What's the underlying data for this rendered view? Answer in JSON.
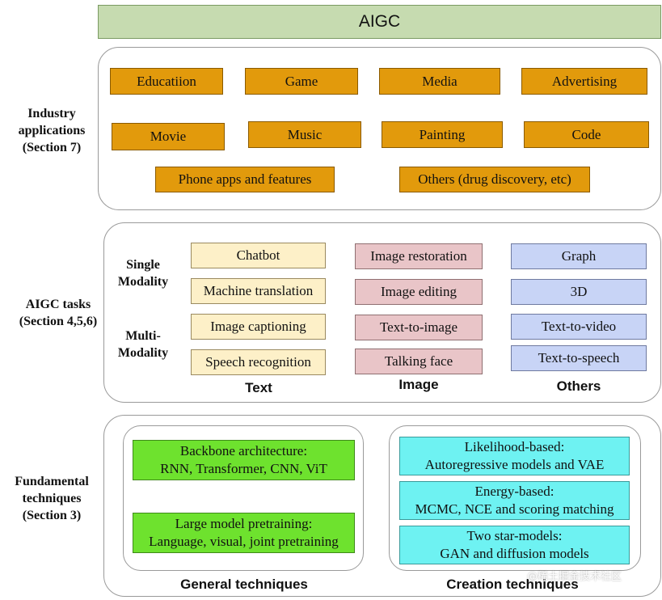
{
  "title": "AIGC",
  "industry": {
    "label": "Industry\napplications\n(Section 7)",
    "row1": [
      "Educatiion",
      "Game",
      "Media",
      "Advertising"
    ],
    "row2": [
      "Movie",
      "Music",
      "Painting",
      "Code"
    ],
    "row3": [
      "Phone apps and features",
      "Others (drug discovery, etc)"
    ]
  },
  "tasks": {
    "label": "AIGC tasks\n(Section 4,5,6)",
    "single_modality": "Single\nModality",
    "multi_modality": "Multi-\nModality",
    "text": [
      "Chatbot",
      "Machine translation",
      "Image captioning",
      "Speech recognition"
    ],
    "image": [
      "Image restoration",
      "Image editing",
      "Text-to-image",
      "Talking face"
    ],
    "others": [
      "Graph",
      "3D",
      "Text-to-video",
      "Text-to-speech"
    ],
    "col_text": "Text",
    "col_image": "Image",
    "col_others": "Others"
  },
  "fundamental": {
    "label": "Fundamental\ntechniques\n(Section 3)",
    "general": [
      "Backbone architecture:\nRNN, Transformer, CNN, ViT",
      "Large model pretraining:\nLanguage, visual, joint pretraining"
    ],
    "creation": [
      "Likelihood-based:\nAutoregressive models and VAE",
      "Energy-based:\nMCMC, NCE and scoring matching",
      "Two star-models:\nGAN and diffusion models"
    ],
    "general_title": "General techniques",
    "creation_title": "Creation techniques"
  },
  "watermark": "@稀土掘金技术社区",
  "colors": {
    "title_bg": "#c6dbb0",
    "industry": "#e29a0c",
    "text_col": "#fdf0c8",
    "image_col": "#e9c5c8",
    "others_col": "#c8d4f6",
    "general": "#6ee22e",
    "creation": "#6ef2f2"
  }
}
